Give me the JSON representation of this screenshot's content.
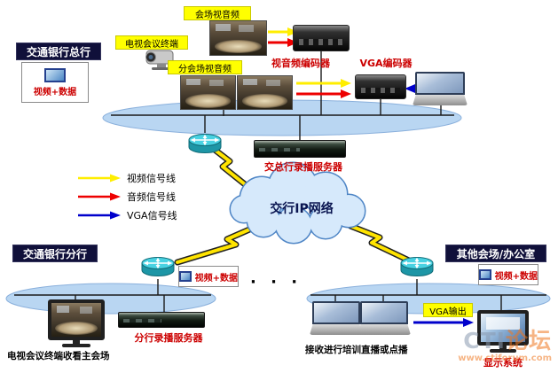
{
  "head_office": {
    "title": "交通银行总行",
    "video_data_label": "视频+数据",
    "venue_av_label": "会场视音频",
    "terminal_label": "电视会议终端",
    "branch_venue_av_label": "分会场视音频",
    "av_encoder_label": "视音频编码器",
    "vga_encoder_label": "VGA编码器",
    "server_label": "交总行录播服务器"
  },
  "legend": {
    "video": {
      "label": "视频信号线",
      "color": "#ffee00"
    },
    "audio": {
      "label": "音频信号线",
      "color": "#ee0000"
    },
    "vga": {
      "label": "VGA信号线",
      "color": "#0000cc"
    }
  },
  "network_cloud": {
    "label": "交行IP网络"
  },
  "branch": {
    "title": "交通银行分行",
    "video_data_label": "视频+数据",
    "server_label": "分行录播服务器",
    "terminal_caption": "电视会议终端收看主会场"
  },
  "others": {
    "title": "其他会场/办公室",
    "video_data_label": "视频+数据",
    "receive_caption": "接收进行培训直播或点播",
    "vga_output_label": "VGA输出",
    "display_label": "显示系统"
  },
  "separator_dots": "· · ·",
  "watermark": {
    "brand_en": "CTI",
    "brand_cn": "论坛",
    "url": "www.ctiforum.com"
  }
}
